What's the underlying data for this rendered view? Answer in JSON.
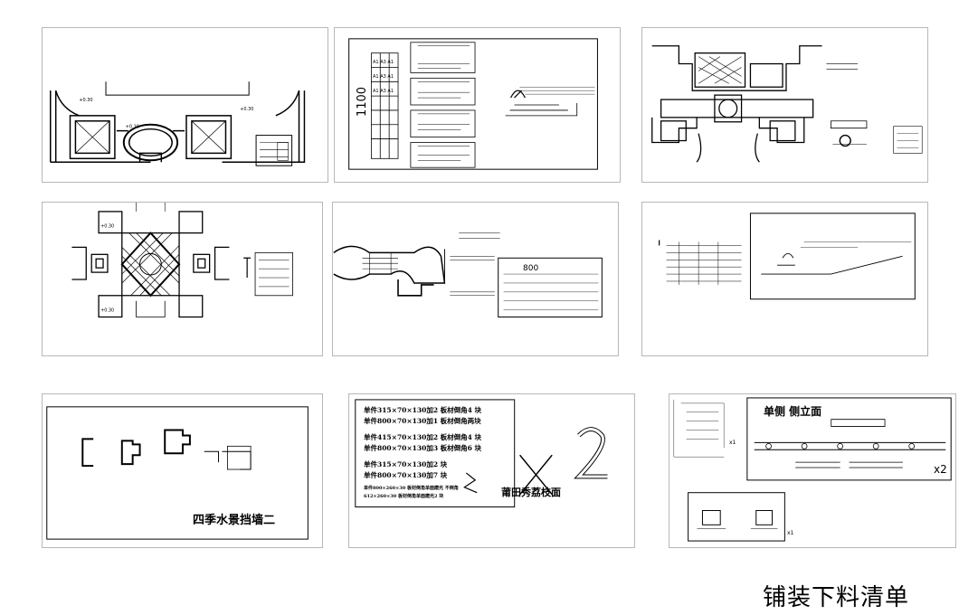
{
  "page_title": "铺装下料清单",
  "panels": {
    "p2": {
      "dim_label": "1100",
      "grid_labels": [
        "A1",
        "A3",
        "A1",
        "A1",
        "A3",
        "A1",
        "A1",
        "A3",
        "A1"
      ]
    },
    "p5": {
      "dim_label": "800"
    },
    "p7": {
      "caption": "四季水景挡墙二"
    },
    "p8": {
      "lines": [
        "单件315×70×130加2 板材倒角4 块",
        "单件800×70×130加1 板材倒角两块",
        "单件415×70×130加2 板材倒角4 块",
        "单件800×70×130加3 板材倒角6 块",
        "单件315×70×130加2 块",
        "单件800×70×130加7 块",
        "单件800×260×30 板材倒角单面磨光 不倒角",
        "612×260×30 板材倒角单面磨光2 块"
      ],
      "caption": "莆田秀荔枝面",
      "multiplier": "2"
    },
    "p9": {
      "title": "单侧  侧立面",
      "mult_a": "x2",
      "mult_b": "x1",
      "mult_c": "x1"
    }
  }
}
